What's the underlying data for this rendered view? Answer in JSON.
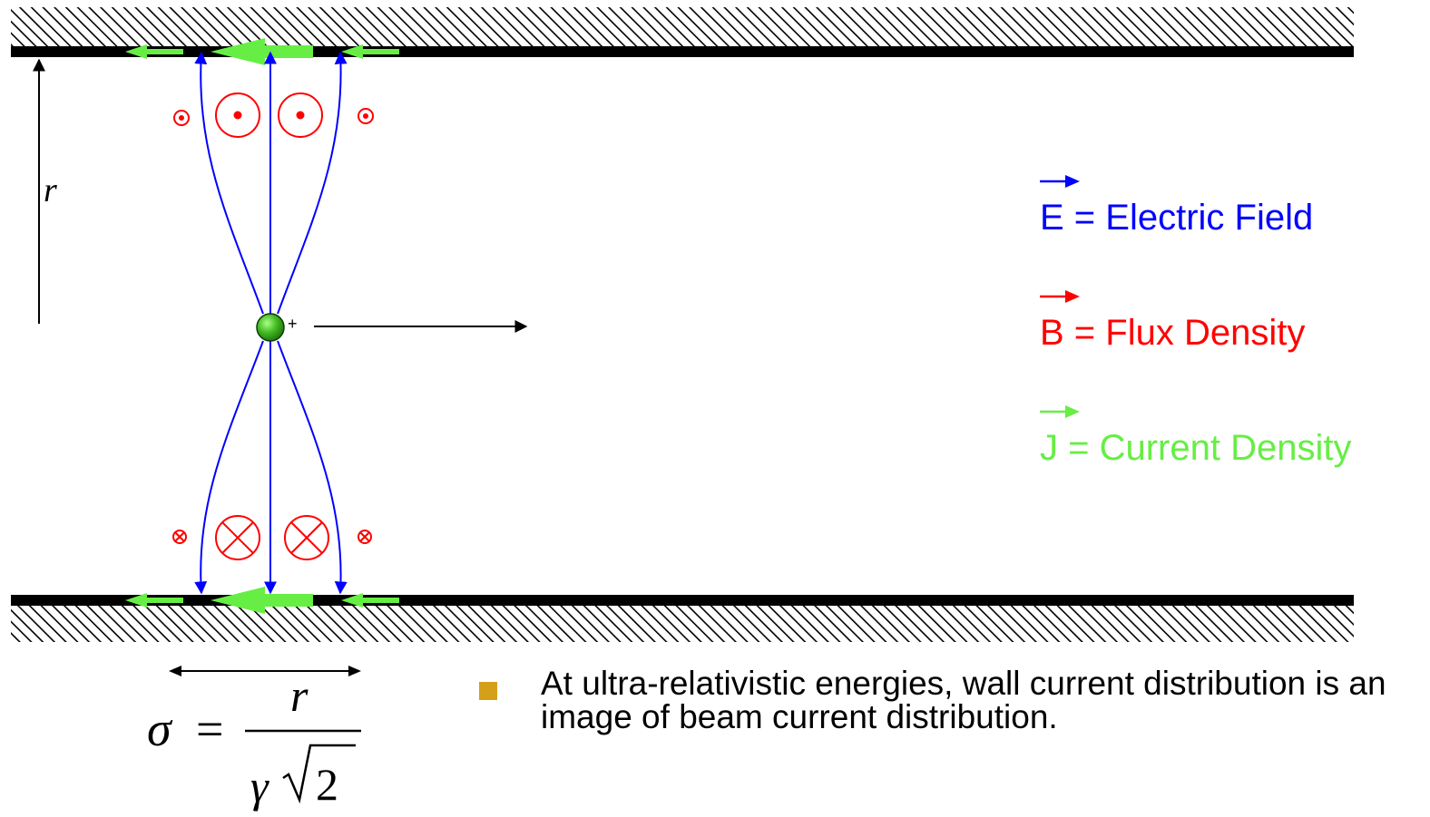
{
  "colors": {
    "wall": "#000000",
    "electric_field": "#0000ff",
    "flux_density": "#ff0000",
    "current_density": "#66ee44",
    "charge_fill": "#33aa11",
    "bullet": "#d4a017",
    "axis": "#000000"
  },
  "labels": {
    "radius": "r",
    "charge_sign": "+"
  },
  "legend": {
    "electric": {
      "symbol": "E",
      "text": " = Electric Field"
    },
    "flux": {
      "symbol": "B",
      "text": " = Flux Density"
    },
    "current": {
      "symbol": "J",
      "text": " = Current Density"
    }
  },
  "formula": {
    "lhs": "σ",
    "equals": "=",
    "numerator": "r",
    "denominator_gamma": "γ",
    "denominator_root": "2"
  },
  "bullet": {
    "text": "At ultra-relativistic energies, wall current distribution is an image of beam current distribution."
  },
  "icons": {
    "out_of_page": "dot-in-circle-icon",
    "into_page": "cross-in-circle-icon"
  }
}
